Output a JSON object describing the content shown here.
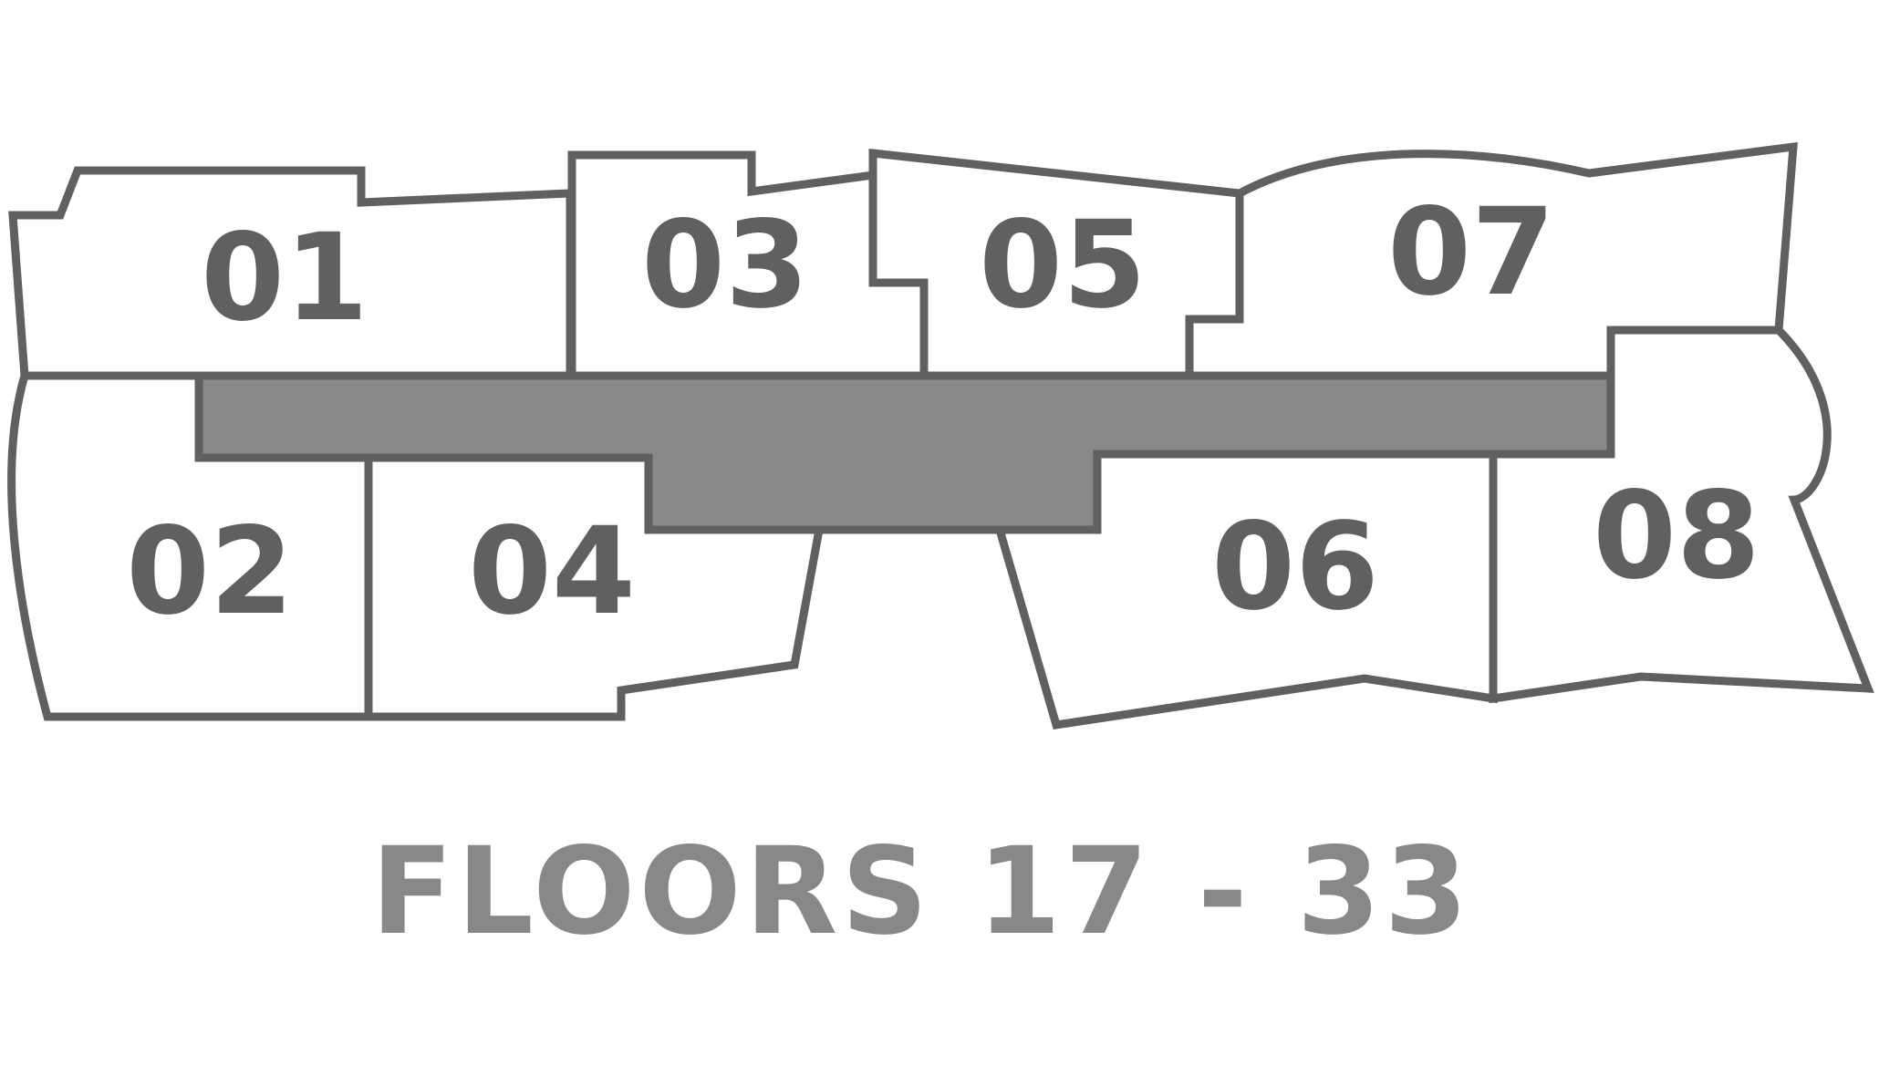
{
  "units": [
    {
      "id": "u01",
      "label": "01"
    },
    {
      "id": "u02",
      "label": "02"
    },
    {
      "id": "u03",
      "label": "03"
    },
    {
      "id": "u04",
      "label": "04"
    },
    {
      "id": "u05",
      "label": "05"
    },
    {
      "id": "u06",
      "label": "06"
    },
    {
      "id": "u07",
      "label": "07"
    },
    {
      "id": "u08",
      "label": "08"
    }
  ],
  "floors_label": "FLOORS 17 - 33",
  "colors": {
    "outline": "#606060",
    "corridor_fill": "#888888",
    "unit_fill": "#ffffff",
    "label_text": "#606060",
    "floors_text": "#888888"
  }
}
